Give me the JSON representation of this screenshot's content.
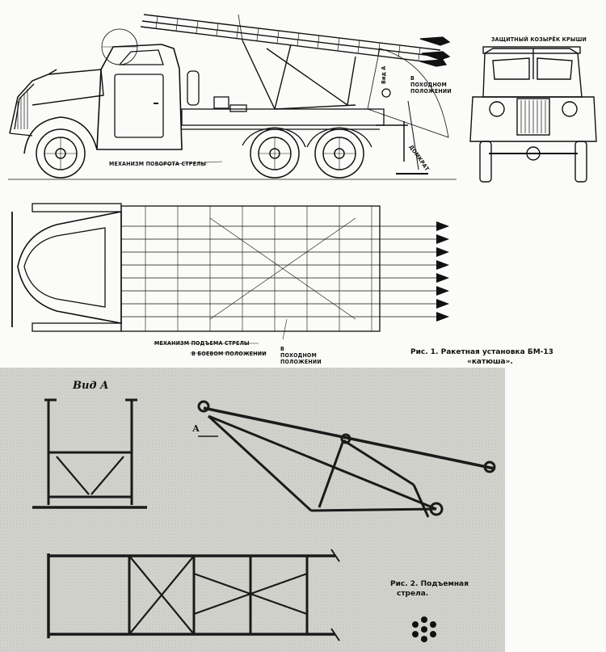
{
  "figure1": {
    "caption_number": "Рис. 1.",
    "caption_title": "Ракетная установка БМ-13",
    "caption_title2": "«катюша».",
    "labels": {
      "roof_guard": "ЗАЩИТНЫЙ КОЗЫРЁК КРЫШИ",
      "travel_position": "В ПОХОДНОМ ПОЛОЖЕНИИ",
      "view_a": "Вид А",
      "jack": "ДОМКРАТ",
      "turn_mechanism": "МЕХАНИЗМ ПОВОРОТА СТРЕЛЫ",
      "lift_mechanism": "МЕХАНИЗМ ПОДЪЕМА СТРЕЛЫ",
      "combat_position": "В БОЕВОМ ПОЛОЖЕНИИ",
      "travel_position2": "В ПОХОДНОМ ПОЛОЖЕНИИ"
    }
  },
  "figure2": {
    "view_label": "Вид А",
    "arrow_label": "А",
    "caption_number": "Рис. 2.",
    "caption_title": "Подъемная",
    "caption_title2": "стрела."
  },
  "colors": {
    "ink": "#111111",
    "paper": "#fbfbf9",
    "photo_bg": "#d4d4cf"
  }
}
